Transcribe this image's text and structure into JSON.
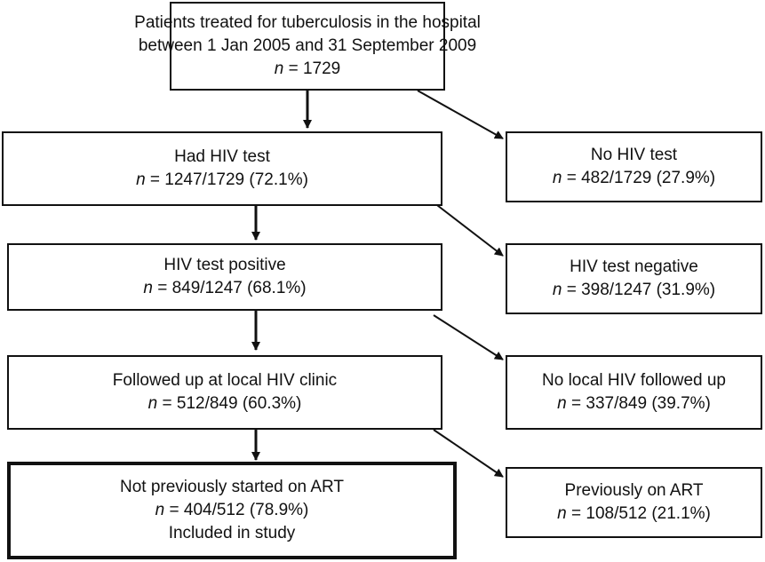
{
  "boxes": {
    "total": {
      "line1": "Patients treated for tuberculosis in the hospital",
      "line2": "between 1 Jan 2005 and 31 September 2009",
      "n_var": "n",
      "n_text": " = 1729"
    },
    "had_test": {
      "title": "Had HIV test",
      "n_var": "n",
      "n_text": " = 1247/1729 (72.1%)"
    },
    "no_test": {
      "title": "No HIV test",
      "n_var": "n",
      "n_text": " = 482/1729 (27.9%)"
    },
    "positive": {
      "title": "HIV test positive",
      "n_var": "n",
      "n_text": " = 849/1247 (68.1%)"
    },
    "negative": {
      "title": "HIV test negative",
      "n_var": "n",
      "n_text": " = 398/1247 (31.9%)"
    },
    "followed": {
      "title": "Followed up at local HIV clinic",
      "n_var": "n",
      "n_text": " = 512/849 (60.3%)"
    },
    "not_followed": {
      "title": "No local HIV followed up",
      "n_var": "n",
      "n_text": " = 337/849 (39.7%)"
    },
    "not_on_art": {
      "title": "Not previously started on ART",
      "n_var": "n",
      "n_text": " = 404/512 (78.9%)",
      "note": "Included in study"
    },
    "on_art": {
      "title": "Previously on ART",
      "n_var": "n",
      "n_text": " = 108/512 (21.1%)"
    }
  }
}
